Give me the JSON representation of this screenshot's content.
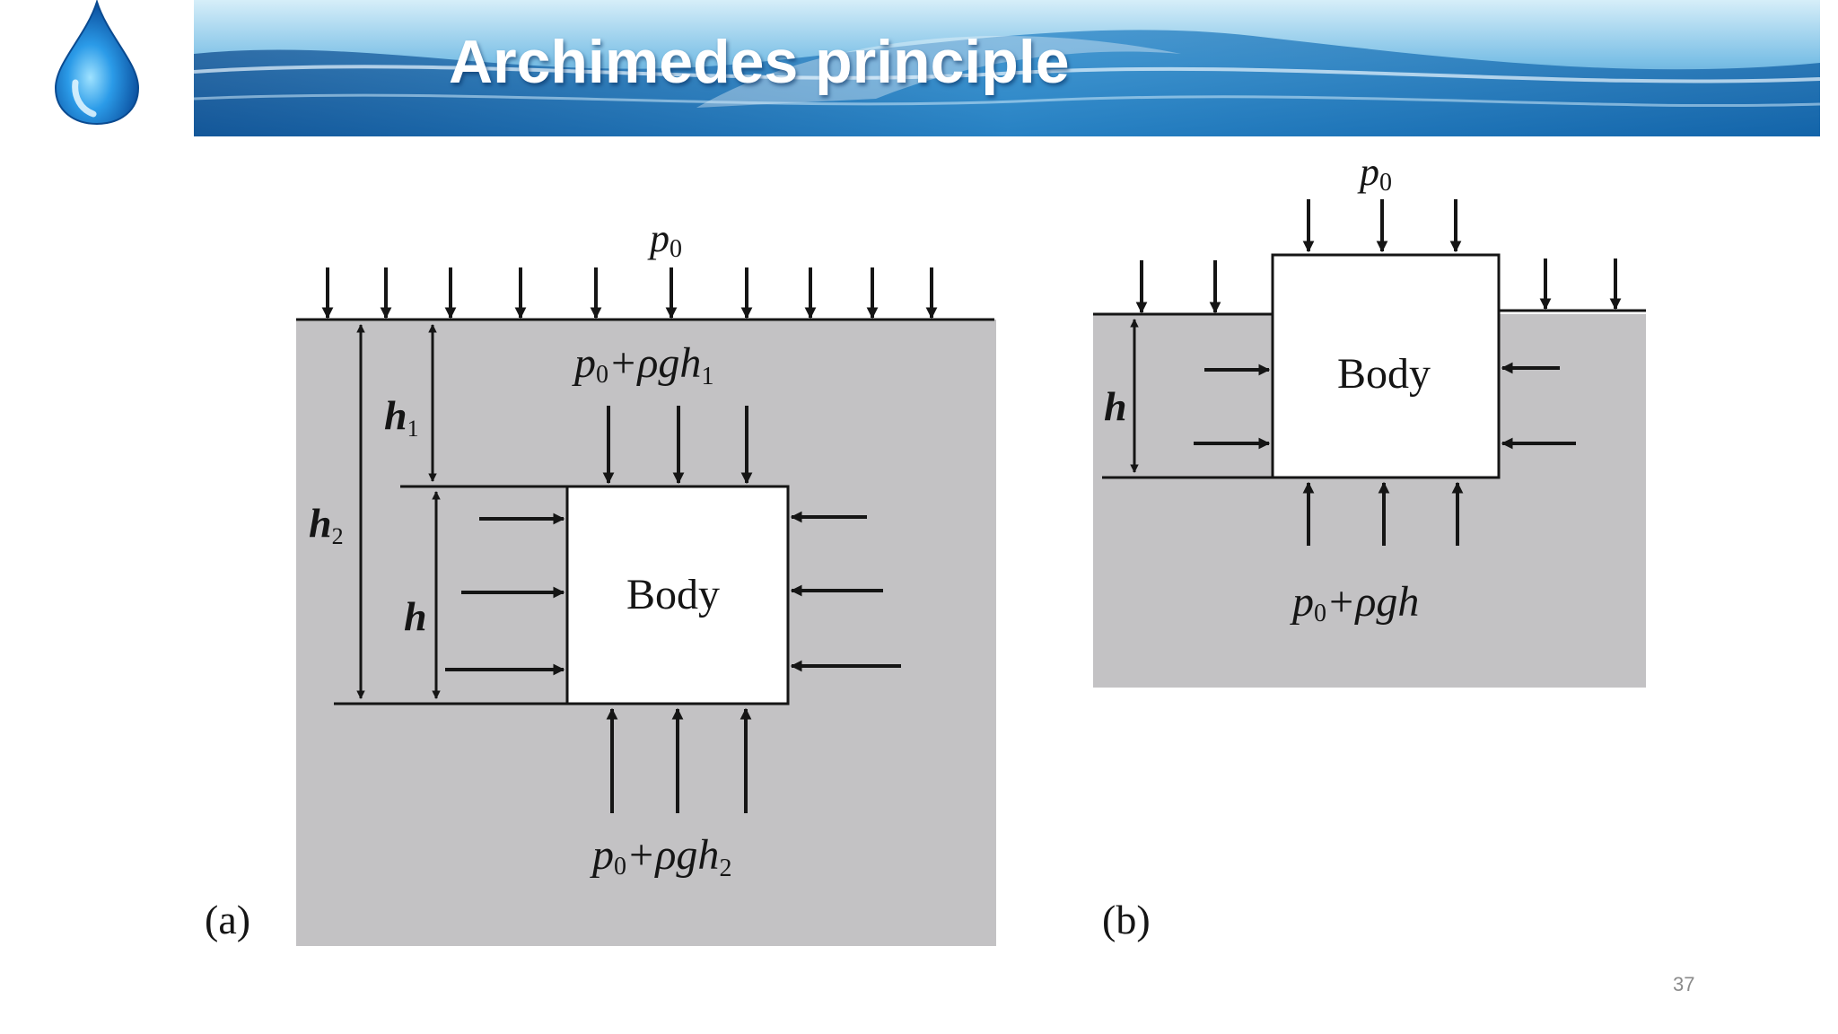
{
  "header": {
    "title": "Archimedes principle"
  },
  "figure_a": {
    "panel_label": "(a)",
    "surface_pressure": "p",
    "surface_pressure_sub": "0",
    "top_pressure": "p",
    "top_pressure_sub": "0",
    "top_pressure_mid": "+ρgh",
    "top_pressure_sub2": "1",
    "bottom_pressure": "p",
    "bottom_pressure_sub": "0",
    "bottom_pressure_mid": "+ρgh",
    "bottom_pressure_sub2": "2",
    "body_label": "Body",
    "h1_label": "h",
    "h1_sub": "1",
    "h2_label": "h",
    "h2_sub": "2",
    "h_label": "h"
  },
  "figure_b": {
    "panel_label": "(b)",
    "top_pressure": "p",
    "top_pressure_sub": "0",
    "bottom_pressure": "p",
    "bottom_pressure_sub": "0",
    "bottom_pressure_mid": "+ρgh",
    "body_label": "Body",
    "h_label": "h"
  },
  "footer": {
    "slide_number": "37"
  },
  "colors": {
    "fluid": "#c3c2c4",
    "ink": "#151515",
    "banner_dark": "#1f6aa8",
    "banner_light": "#bfe3f5",
    "drop": "#1b7fd0"
  }
}
